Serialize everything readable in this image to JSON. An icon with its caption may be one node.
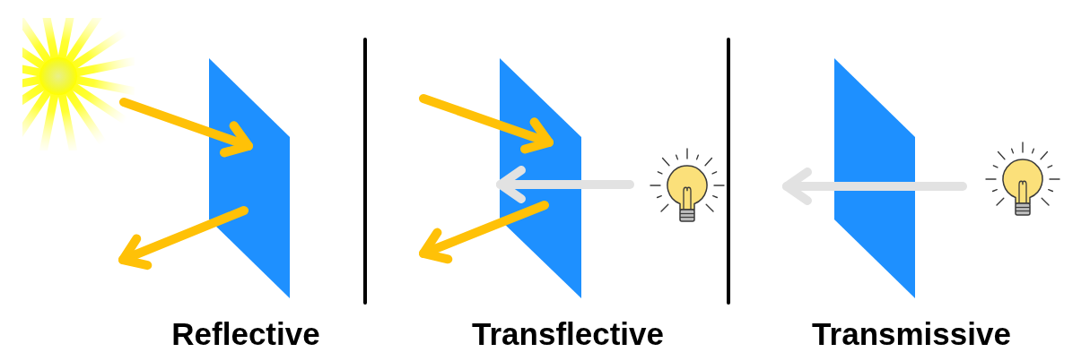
{
  "diagram": {
    "nodes": [
      {
        "text": [],
        "shape": "picture"
      },
      {
        "text": [
          "Reflective"
        ]
      },
      {
        "text": [
          "Transflective"
        ]
      },
      {
        "text": [],
        "shape": "picture"
      },
      {
        "text": [
          "Transmissive"
        ]
      },
      {
        "text": [],
        "shape": "picture"
      }
    ],
    "edges": [
      {
        "from": 0,
        "to": 1,
        "arrow": "to"
      },
      {
        "from": 1,
        "to": null,
        "arrow": "to"
      },
      {
        "from": null,
        "to": 2,
        "arrow": "to"
      },
      {
        "from": 2,
        "to": null,
        "arrow": "to"
      },
      {
        "from": 3,
        "to": 2,
        "arrow": "to",
        "color": "#e2e2e2"
      },
      {
        "from": 5,
        "to": 4,
        "arrow": "to",
        "color": "#e2e2e2"
      }
    ]
  }
}
